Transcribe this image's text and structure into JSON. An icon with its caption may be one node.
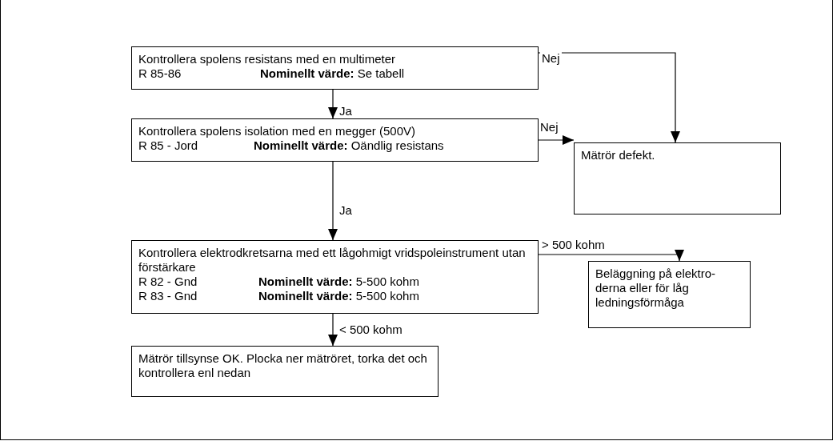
{
  "diagram": {
    "nodes": [
      {
        "text": [
          "Kontrollera spolens resistans med en multimeter",
          "R 85-86",
          "**Nominellt värde:** Se tabell"
        ]
      },
      {
        "text": [
          "Kontrollera spolens isolation med en megger (500V)",
          "R 85 - Jord",
          "**Nominellt värde:** Oändlig resistans"
        ]
      },
      {
        "text": [
          "Mätrör defekt."
        ]
      },
      {
        "text": [
          "Kontrollera elektrodkretsarna med ett lågohmigt vridspoleinstrument utan förstärkare",
          "R 82 - Gnd",
          "**Nominellt värde:** 5-500 kohm",
          "R 83 - Gnd",
          "**Nominellt värde:** 5-500 kohm"
        ]
      },
      {
        "text": [
          "Beläggning på elektro- derna eller för låg ledningsförmåga"
        ]
      },
      {
        "text": [
          "Mätrör tillsynse OK. Plocka ner mätröret, torka det och kontrollera enl nedan"
        ]
      }
    ],
    "edges": [
      {
        "from": 0,
        "to": 1,
        "arrow": "to",
        "label": "Ja"
      },
      {
        "from": 0,
        "to": 2,
        "arrow": "to",
        "label": "Nej"
      },
      {
        "from": 1,
        "to": 2,
        "arrow": "to",
        "label": "Nej"
      },
      {
        "from": 1,
        "to": 3,
        "arrow": "to",
        "label": "Ja"
      },
      {
        "from": 3,
        "to": 4,
        "arrow": "to",
        "label": "> 500 kohm"
      },
      {
        "from": 3,
        "to": 5,
        "arrow": "to",
        "label": "< 500 kohm"
      }
    ]
  }
}
